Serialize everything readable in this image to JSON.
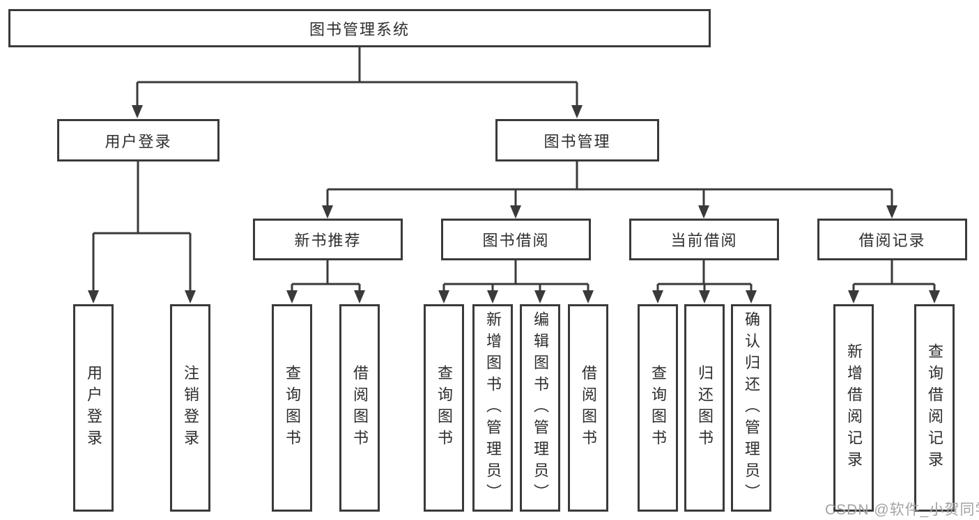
{
  "diagram_title": "图书管理系统",
  "tree": {
    "label": "图书管理系统",
    "children": [
      {
        "label": "用户登录",
        "children": [
          {
            "label": "用户登录"
          },
          {
            "label": "注销登录"
          }
        ]
      },
      {
        "label": "图书管理",
        "children": [
          {
            "label": "新书推荐",
            "children": [
              {
                "label": "查询图书"
              },
              {
                "label": "借阅图书"
              }
            ]
          },
          {
            "label": "图书借阅",
            "children": [
              {
                "label": "查询图书"
              },
              {
                "label": "新增图书（管理员）"
              },
              {
                "label": "编辑图书（管理员）"
              },
              {
                "label": "借阅图书"
              }
            ]
          },
          {
            "label": "当前借阅",
            "children": [
              {
                "label": "查询图书"
              },
              {
                "label": "归还图书"
              },
              {
                "label": "确认归还（管理员）"
              }
            ]
          },
          {
            "label": "借阅记录",
            "children": [
              {
                "label": "新增借阅记录"
              },
              {
                "label": "查询借阅记录"
              }
            ]
          }
        ]
      }
    ]
  },
  "watermark": {
    "text": "CSDN @软件_小贺同学"
  },
  "colors": {
    "line": "#3a3a3a",
    "text": "#2d2d2d",
    "watermark": "#a3a3a3",
    "background": "#ffffff"
  }
}
